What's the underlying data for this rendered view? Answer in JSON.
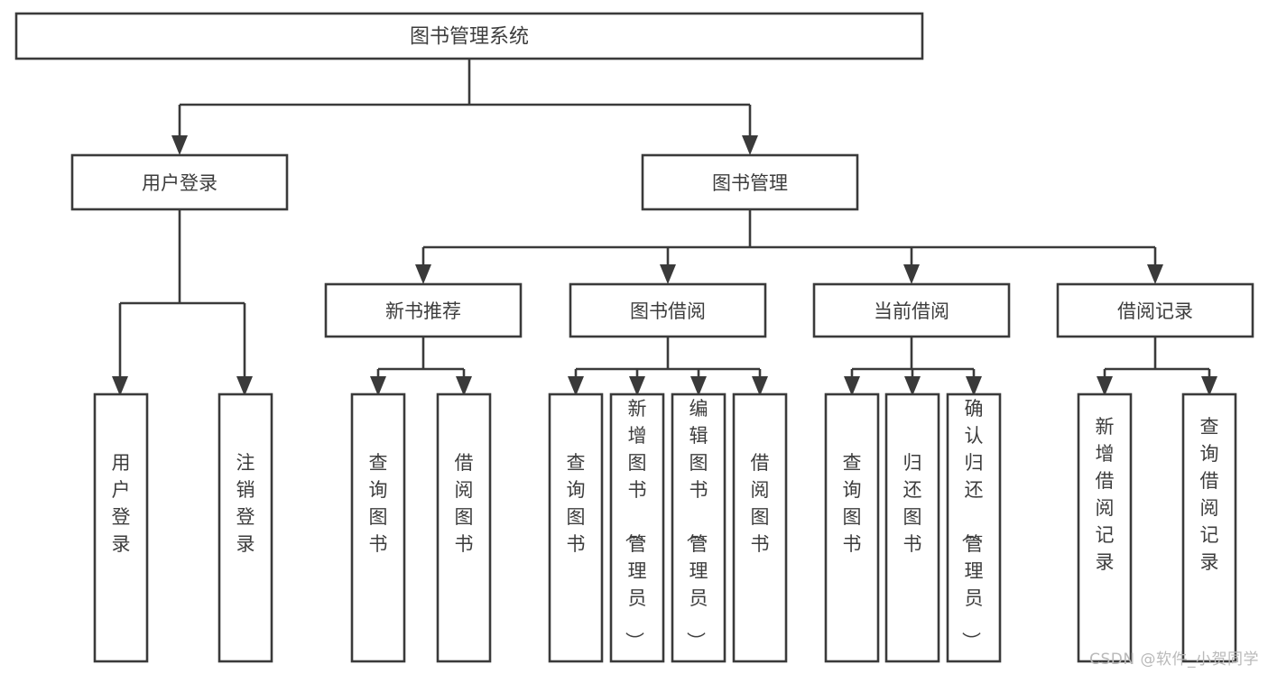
{
  "diagram": {
    "type": "tree-hierarchy",
    "title": "图书管理系统",
    "watermark": "CSDN @软件_小贺同学",
    "colors": {
      "stroke": "#3a3a3a",
      "node_fill": "#ffffff",
      "text": "#3d3d3d",
      "background": "#ffffff",
      "watermark": "#b9b9b9"
    },
    "root": {
      "id": "root",
      "label": "图书管理系统",
      "orientation": "horizontal"
    },
    "level2": [
      {
        "id": "user-login",
        "label": "用户登录",
        "orientation": "horizontal"
      },
      {
        "id": "book-manage",
        "label": "图书管理",
        "orientation": "horizontal"
      }
    ],
    "level3": [
      {
        "id": "new-book-recommend",
        "label": "新书推荐",
        "orientation": "horizontal",
        "parent": "book-manage"
      },
      {
        "id": "book-borrow",
        "label": "图书借阅",
        "orientation": "horizontal",
        "parent": "book-manage"
      },
      {
        "id": "current-borrow",
        "label": "当前借阅",
        "orientation": "horizontal",
        "parent": "book-manage"
      },
      {
        "id": "borrow-record",
        "label": "借阅记录",
        "orientation": "horizontal",
        "parent": "book-manage"
      }
    ],
    "leaves": [
      {
        "id": "leaf-user-login",
        "label": "用户登录",
        "orientation": "vertical",
        "parent": "user-login"
      },
      {
        "id": "leaf-user-logout",
        "label": "注销登录",
        "orientation": "vertical",
        "parent": "user-login"
      },
      {
        "id": "leaf-query-book-1",
        "label": "查询图书",
        "orientation": "vertical",
        "parent": "new-book-recommend"
      },
      {
        "id": "leaf-borrow-book-1",
        "label": "借阅图书",
        "orientation": "vertical",
        "parent": "new-book-recommend"
      },
      {
        "id": "leaf-query-book-2",
        "label": "查询图书",
        "orientation": "vertical",
        "parent": "book-borrow"
      },
      {
        "id": "leaf-add-book",
        "label": "新增图书（管理员）",
        "orientation": "vertical",
        "parent": "book-borrow"
      },
      {
        "id": "leaf-edit-book",
        "label": "编辑图书（管理员）",
        "orientation": "vertical",
        "parent": "book-borrow"
      },
      {
        "id": "leaf-borrow-book-2",
        "label": "借阅图书",
        "orientation": "vertical",
        "parent": "book-borrow"
      },
      {
        "id": "leaf-query-book-3",
        "label": "查询图书",
        "orientation": "vertical",
        "parent": "current-borrow"
      },
      {
        "id": "leaf-return-book",
        "label": "归还图书",
        "orientation": "vertical",
        "parent": "current-borrow"
      },
      {
        "id": "leaf-confirm-return",
        "label": "确认归还（管理员）",
        "orientation": "vertical",
        "parent": "current-borrow"
      },
      {
        "id": "leaf-add-record",
        "label": "新增借阅记录",
        "orientation": "vertical",
        "parent": "borrow-record"
      },
      {
        "id": "leaf-query-record",
        "label": "查询借阅记录",
        "orientation": "vertical",
        "parent": "borrow-record"
      }
    ]
  }
}
